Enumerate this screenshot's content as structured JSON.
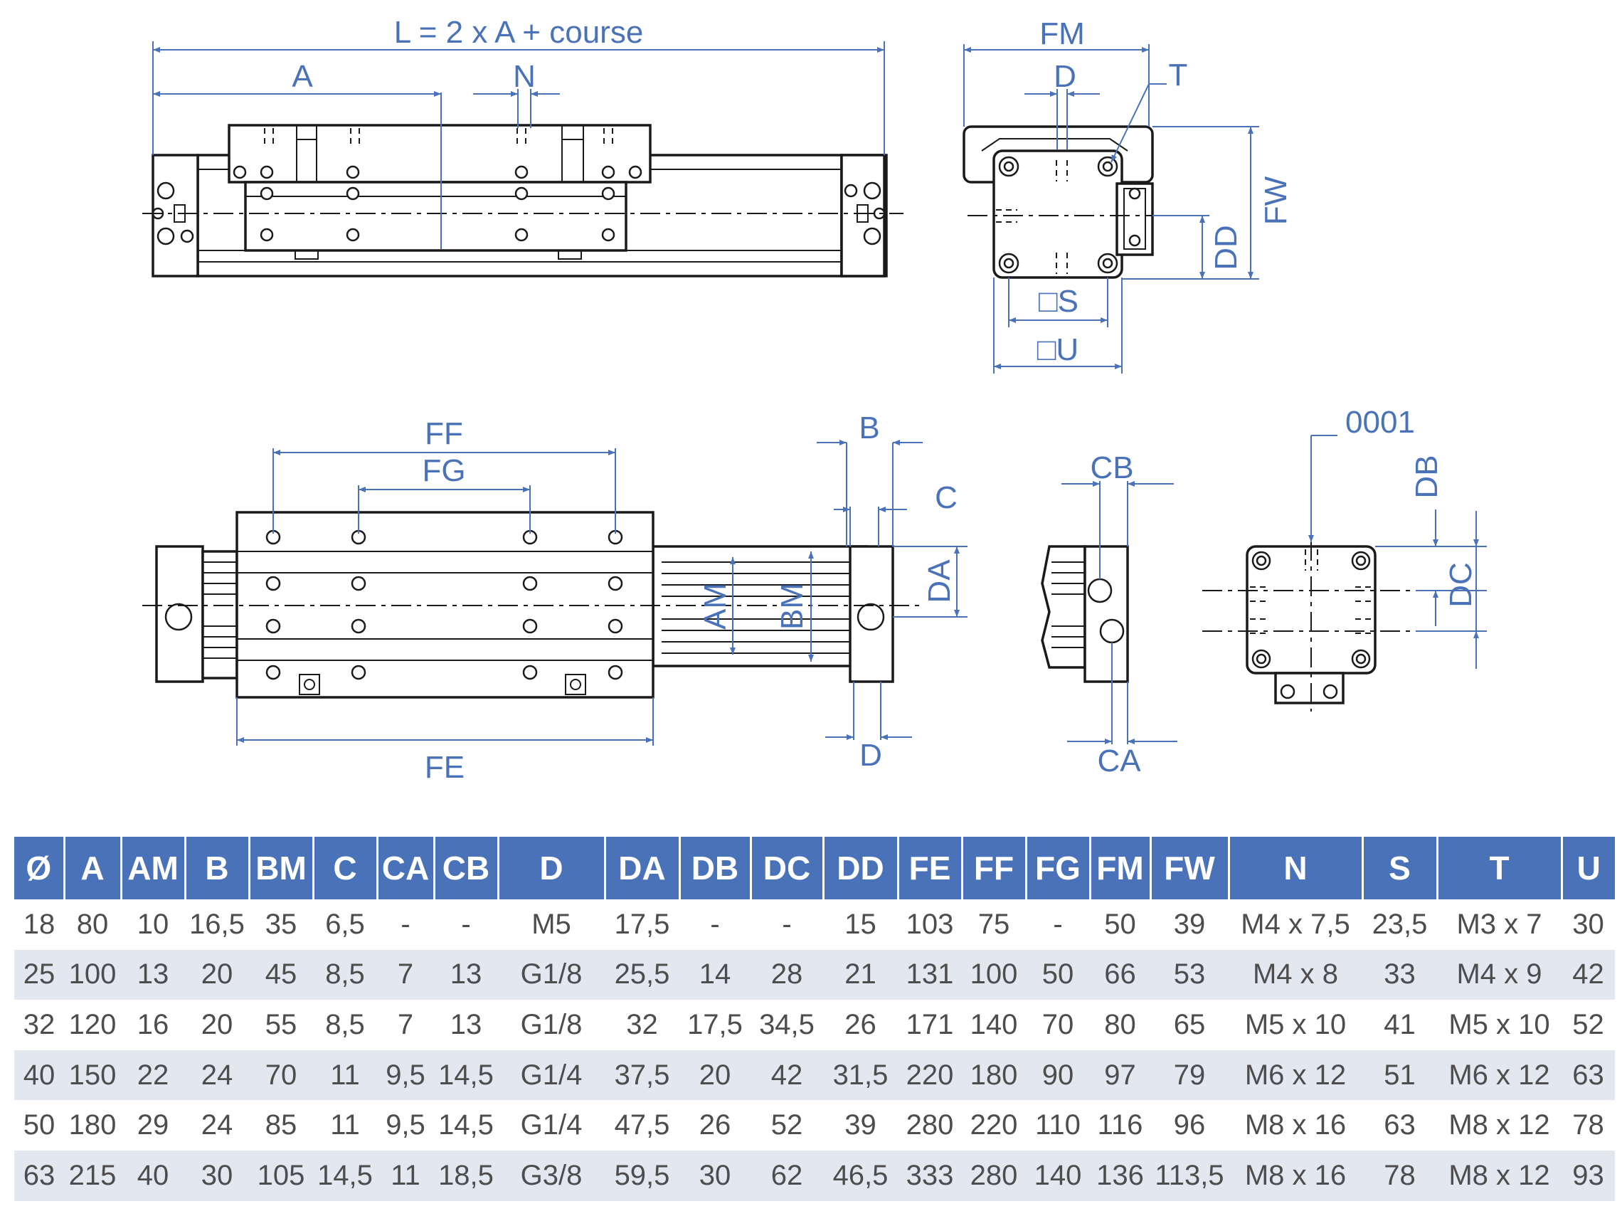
{
  "labels": {
    "L": "L = 2 x A + course",
    "A": "A",
    "N": "N",
    "FM": "FM",
    "D_top": "D",
    "T": "T",
    "FW": "FW",
    "DD": "DD",
    "S": "□S",
    "U": "□U",
    "FF": "FF",
    "FG": "FG",
    "FE": "FE",
    "AM": "AM",
    "BM": "BM",
    "B": "B",
    "C": "C",
    "DA": "DA",
    "D_bottom": "D",
    "CB": "CB",
    "CA": "CA",
    "flatness": "0001",
    "DB": "DB",
    "DC": "DC"
  },
  "colors": {
    "accent": "#4a72b8",
    "rowAlt": "#e3e7f0",
    "line": "#1a1a1a",
    "text": "#4d4d4d"
  },
  "table": {
    "headers": [
      "Ø",
      "A",
      "AM",
      "B",
      "BM",
      "C",
      "CA",
      "CB",
      "D",
      "DA",
      "DB",
      "DC",
      "DD",
      "FE",
      "FF",
      "FG",
      "FM",
      "FW",
      "N",
      "S",
      "T",
      "U"
    ],
    "rows": [
      [
        "18",
        "80",
        "10",
        "16,5",
        "35",
        "6,5",
        "-",
        "-",
        "M5",
        "17,5",
        "-",
        "-",
        "15",
        "103",
        "75",
        "-",
        "50",
        "39",
        "M4 x 7,5",
        "23,5",
        "M3 x 7",
        "30"
      ],
      [
        "25",
        "100",
        "13",
        "20",
        "45",
        "8,5",
        "7",
        "13",
        "G1/8",
        "25,5",
        "14",
        "28",
        "21",
        "131",
        "100",
        "50",
        "66",
        "53",
        "M4 x 8",
        "33",
        "M4 x 9",
        "42"
      ],
      [
        "32",
        "120",
        "16",
        "20",
        "55",
        "8,5",
        "7",
        "13",
        "G1/8",
        "32",
        "17,5",
        "34,5",
        "26",
        "171",
        "140",
        "70",
        "80",
        "65",
        "M5 x 10",
        "41",
        "M5 x 10",
        "52"
      ],
      [
        "40",
        "150",
        "22",
        "24",
        "70",
        "11",
        "9,5",
        "14,5",
        "G1/4",
        "37,5",
        "20",
        "42",
        "31,5",
        "220",
        "180",
        "90",
        "97",
        "79",
        "M6 x 12",
        "51",
        "M6 x 12",
        "63"
      ],
      [
        "50",
        "180",
        "29",
        "24",
        "85",
        "11",
        "9,5",
        "14,5",
        "G1/4",
        "47,5",
        "26",
        "52",
        "39",
        "280",
        "220",
        "110",
        "116",
        "96",
        "M8 x 16",
        "63",
        "M8 x 12",
        "78"
      ],
      [
        "63",
        "215",
        "40",
        "30",
        "105",
        "14,5",
        "11",
        "18,5",
        "G3/8",
        "59,5",
        "30",
        "62",
        "46,5",
        "333",
        "280",
        "140",
        "136",
        "113,5",
        "M8 x 16",
        "78",
        "M8 x 12",
        "93"
      ]
    ]
  }
}
